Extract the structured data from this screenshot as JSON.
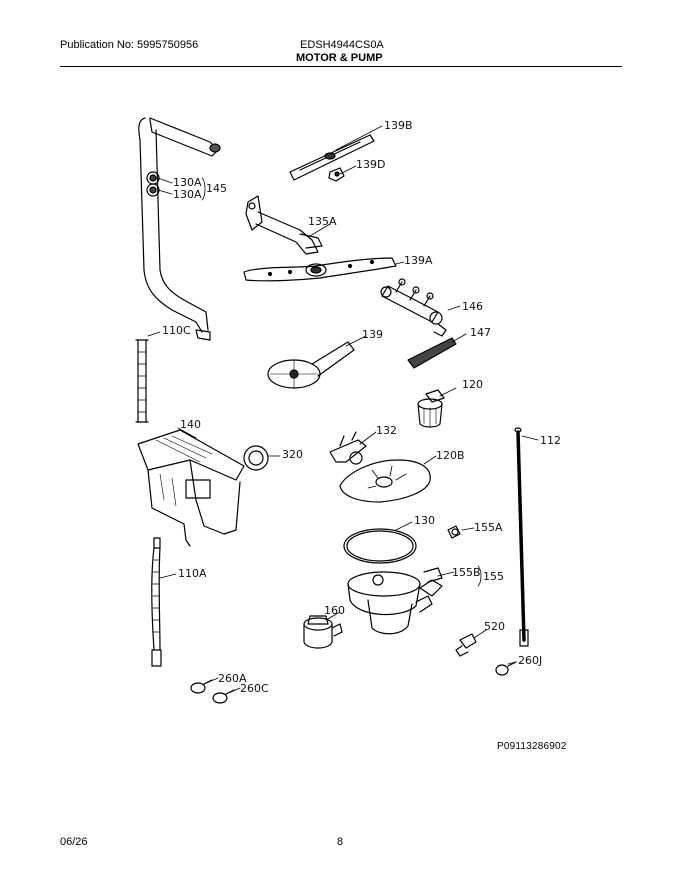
{
  "header": {
    "publication": "Publication No: 5995750956",
    "model": "EDSH4944CS0A",
    "section_title": "MOTOR & PUMP"
  },
  "parts": [
    {
      "id": "139B",
      "label": "139B"
    },
    {
      "id": "139D",
      "label": "139D"
    },
    {
      "id": "130A_1",
      "label": "130A"
    },
    {
      "id": "130A_2",
      "label": "130A"
    },
    {
      "id": "145",
      "label": "145"
    },
    {
      "id": "135A",
      "label": "135A"
    },
    {
      "id": "139A",
      "label": "139A"
    },
    {
      "id": "146",
      "label": "146"
    },
    {
      "id": "110C",
      "label": "110C"
    },
    {
      "id": "139",
      "label": "139"
    },
    {
      "id": "147",
      "label": "147"
    },
    {
      "id": "120",
      "label": "120"
    },
    {
      "id": "140",
      "label": "140"
    },
    {
      "id": "132",
      "label": "132"
    },
    {
      "id": "112",
      "label": "112"
    },
    {
      "id": "320",
      "label": "320"
    },
    {
      "id": "120B",
      "label": "120B"
    },
    {
      "id": "130",
      "label": "130"
    },
    {
      "id": "155A",
      "label": "155A"
    },
    {
      "id": "110A",
      "label": "110A"
    },
    {
      "id": "155B",
      "label": "155B"
    },
    {
      "id": "155",
      "label": "155"
    },
    {
      "id": "160",
      "label": "160"
    },
    {
      "id": "520",
      "label": "520"
    },
    {
      "id": "260J",
      "label": "260J"
    },
    {
      "id": "260A",
      "label": "260A"
    },
    {
      "id": "260C",
      "label": "260C"
    }
  ],
  "drawing_id": "P09113286902",
  "footer": {
    "date": "06/26",
    "page": "8"
  }
}
